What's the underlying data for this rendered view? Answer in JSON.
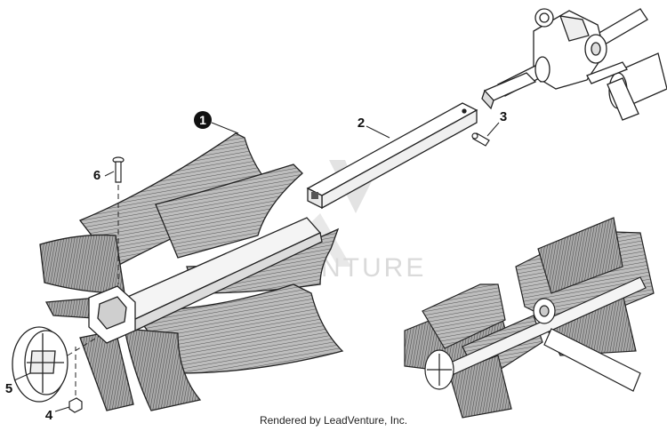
{
  "callouts": {
    "c1": "1",
    "c2": "2",
    "c3": "3",
    "c4": "4",
    "c5": "5",
    "c6": "6"
  },
  "watermark": "VENTURE",
  "footer": "Rendered by LeadVenture, Inc."
}
